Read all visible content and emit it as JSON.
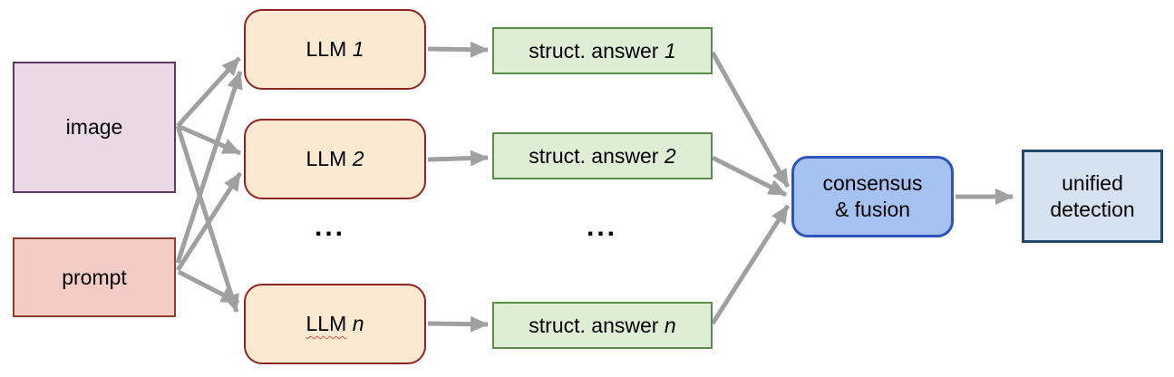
{
  "inputs": {
    "image": {
      "label": "image"
    },
    "prompt": {
      "label": "prompt"
    }
  },
  "llms": [
    {
      "name": "LLM",
      "index": "1"
    },
    {
      "name": "LLM",
      "index": "2"
    },
    {
      "name": "LLM",
      "index": "n"
    }
  ],
  "answers": [
    {
      "name": "struct. answer",
      "index": "1"
    },
    {
      "name": "struct. answer",
      "index": "2"
    },
    {
      "name": "struct. answer",
      "index": "n"
    }
  ],
  "ellipsis": "...",
  "fusion": {
    "line1": "consensus",
    "line2": "& fusion"
  },
  "output": {
    "line1": "unified",
    "line2": "detection"
  },
  "colors": {
    "arrow": "#a0a0a0",
    "image_fill": "#ead8e6",
    "image_border": "#5f3a60",
    "prompt_fill": "#f5ccc5",
    "prompt_border": "#8e3c2d",
    "llm_fill": "#fce9d1",
    "llm_border": "#8c2422",
    "answer_fill": "#ddeed4",
    "answer_border": "#5c8b4c",
    "fusion_fill": "#a5c2f0",
    "fusion_border": "#2d53c0",
    "output_fill": "#d5e3f1",
    "output_border": "#23486e",
    "squiggle": "#e8574a"
  }
}
